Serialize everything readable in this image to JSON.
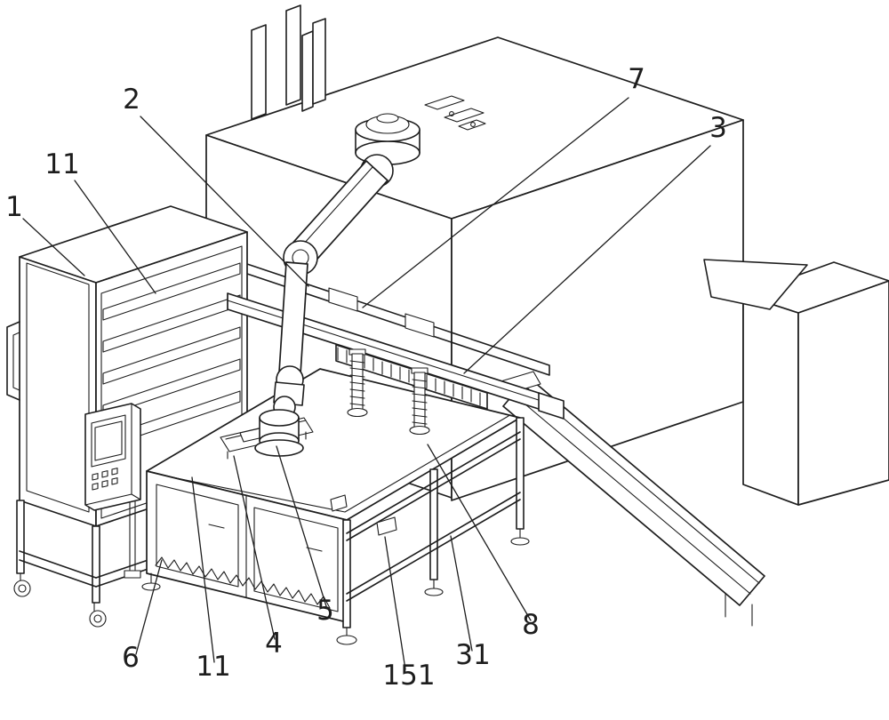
{
  "figure": {
    "type": "patent-line-drawing",
    "background_color": "#ffffff",
    "line_color": "#1d1d1d",
    "labels": [
      {
        "text": "1"
      },
      {
        "text": "11"
      },
      {
        "text": "2"
      },
      {
        "text": "7"
      },
      {
        "text": "3"
      },
      {
        "text": "6"
      },
      {
        "text": "11"
      },
      {
        "text": "4"
      },
      {
        "text": "5"
      },
      {
        "text": "151"
      },
      {
        "text": "31"
      },
      {
        "text": "8"
      }
    ]
  }
}
